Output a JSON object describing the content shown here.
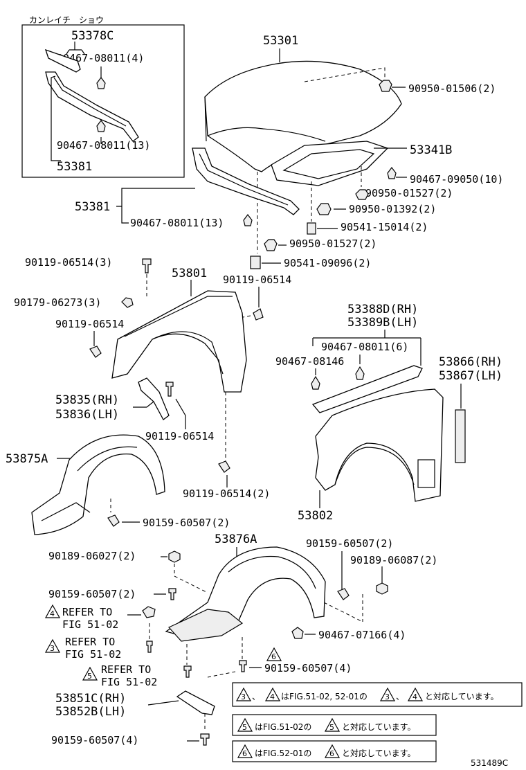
{
  "inset": {
    "heading": "カンレイチ　ショウ",
    "part_top": "53378C",
    "clip_a": "90467-08011(4)",
    "clip_b": "90467-08011(13)",
    "part_bottom": "53381"
  },
  "labels": {
    "hood": "53301",
    "p90950_01506": "90950-01506(2)",
    "p53341B": "53341B",
    "p90467_09050": "90467-09050(10)",
    "p90950_01527a": "90950-01527(2)",
    "p90950_01392": "90950-01392(2)",
    "p90541_15014": "90541-15014(2)",
    "p90950_01527b": "90950-01527(2)",
    "p90541_09096": "90541-09096(2)",
    "p53381": "53381",
    "p90467_08011_13": "90467-08011(13)",
    "p90119_06514_3": "90119-06514(3)",
    "p53801": "53801",
    "p90119_06514_a": "90119-06514",
    "p90179_06273": "90179-06273(3)",
    "p90119_06514_b": "90119-06514",
    "p53835": "53835(RH)",
    "p53836": "53836(LH)",
    "p90119_06514_c": "90119-06514",
    "p53875A": "53875A",
    "p90119_06514_2": "90119-06514(2)",
    "p90159_60507_2a": "90159-60507(2)",
    "p53388D": "53388D(RH)",
    "p53389B": "53389B(LH)",
    "p90467_08011_6": "90467-08011(6)",
    "p90467_08146": "90467-08146",
    "p53866": "53866(RH)",
    "p53867": "53867(LH)",
    "p53802": "53802",
    "p53876A": "53876A",
    "p90159_60507_2b": "90159-60507(2)",
    "p90189_06087": "90189-06087(2)",
    "p90189_06027": "90189-06027(2)",
    "p90159_60507_2c": "90159-60507(2)",
    "refer_text": "REFER TO",
    "fig": "FIG 51-02",
    "tri4": "4",
    "tri3": "3",
    "tri5": "5",
    "tri6": "6",
    "p90467_07166": "90467-07166(4)",
    "p90159_60507_4a": "90159-60507(4)",
    "p53851C": "53851C(RH)",
    "p53852B": "53852B(LH)",
    "p90159_60507_4b": "90159-60507(4)",
    "diagram_id": "531489C"
  },
  "notes": {
    "note1_sep": "、",
    "note1_mid": "はFIG.51-02, 52-01の",
    "note1_sep2": "、",
    "note1_end": "と対応しています。",
    "note2_mid": "はFIG.51-02の",
    "note2_end": "と対応しています。",
    "note3_mid": "はFIG.52-01の",
    "note3_end": "と対応しています。"
  }
}
